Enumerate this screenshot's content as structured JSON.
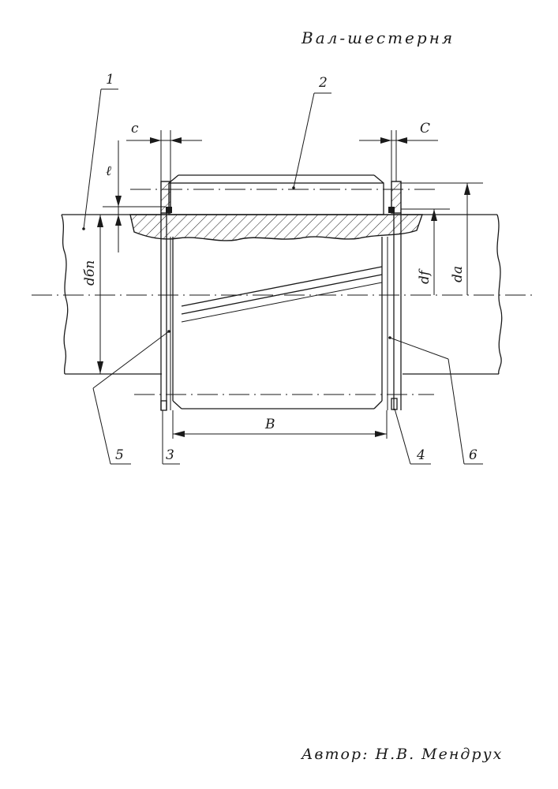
{
  "title": "Вал-шестерня",
  "author": "Автор: Н.В. Мендрух",
  "part_numbers": [
    "1",
    "2",
    "3",
    "4",
    "5",
    "6"
  ],
  "dimensions": {
    "c_left": "c",
    "c_right": "C",
    "l": "ℓ",
    "d_shaft": "dбп",
    "d_f": "df",
    "d_a": "da",
    "b": "B"
  },
  "colors": {
    "ink": "#1a1a1a",
    "paper": "#ffffff"
  }
}
